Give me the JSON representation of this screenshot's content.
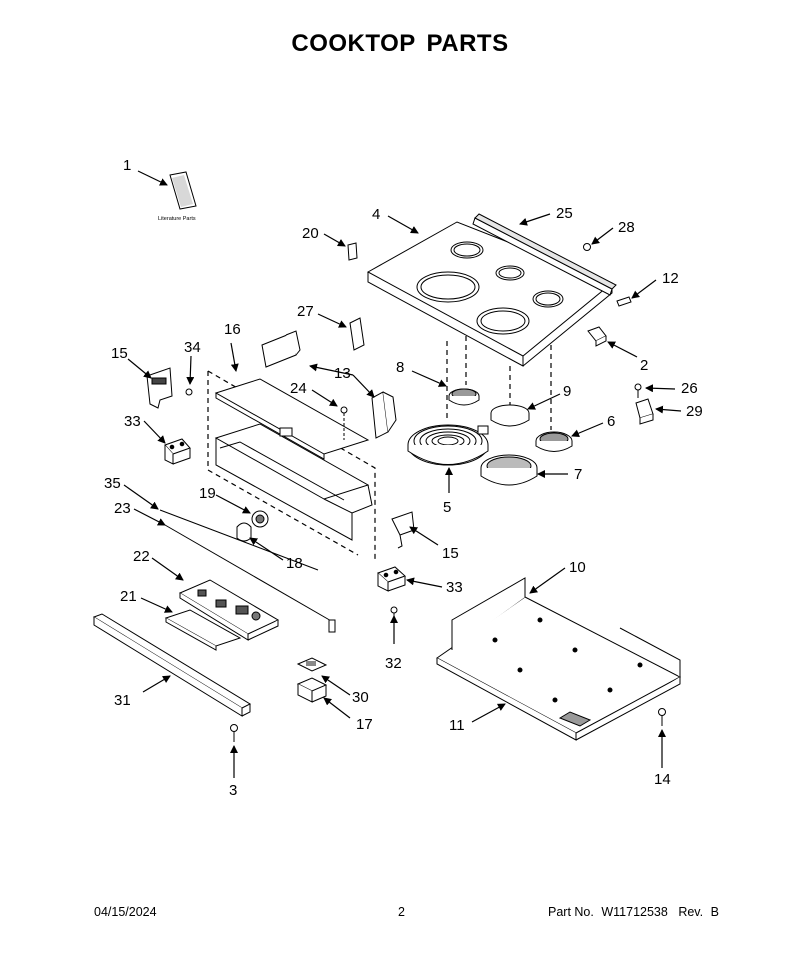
{
  "page": {
    "title": "COOKTOP PARTS",
    "literature_label": "Literature Parts"
  },
  "footer": {
    "date": "04/15/2024",
    "page_number": "2",
    "part_label": "Part No.",
    "part_number": "W11712538",
    "rev_label": "Rev.",
    "rev_value": "B"
  },
  "callouts": {
    "c1": "1",
    "c2": "2",
    "c3": "3",
    "c4": "4",
    "c5": "5",
    "c6": "6",
    "c7": "7",
    "c8": "8",
    "c9": "9",
    "c10": "10",
    "c11": "11",
    "c12": "12",
    "c13": "13",
    "c14": "14",
    "c15a": "15",
    "c15b": "15",
    "c16": "16",
    "c17": "17",
    "c18": "18",
    "c19": "19",
    "c20": "20",
    "c21": "21",
    "c22": "22",
    "c23": "23",
    "c24": "24",
    "c25": "25",
    "c26": "26",
    "c27": "27",
    "c28": "28",
    "c29": "29",
    "c30": "30",
    "c31": "31",
    "c32": "32",
    "c33a": "33",
    "c33b": "33",
    "c34": "34",
    "c35": "35"
  },
  "colors": {
    "line": "#000000",
    "part_fill": "#ffffff",
    "shade": "#cfcfcf"
  }
}
